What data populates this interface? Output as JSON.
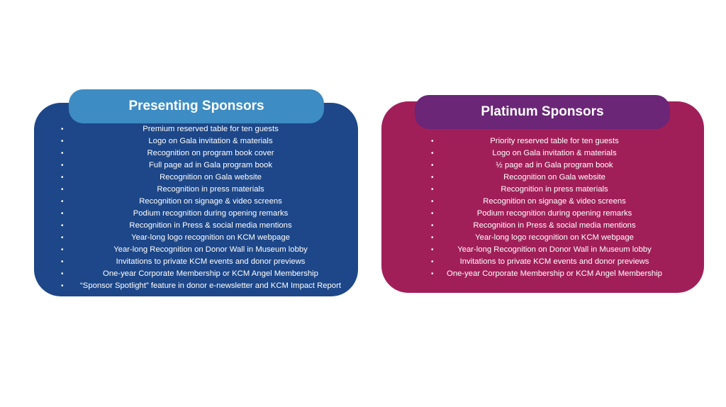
{
  "colors": {
    "presenting_box": "#1d4788",
    "presenting_header": "#3d8cc3",
    "platinum_box": "#a11f59",
    "platinum_header": "#6b2677"
  },
  "presenting": {
    "title": "Presenting Sponsors",
    "items": [
      "Premium reserved table for ten guests",
      "Logo on Gala invitation & materials",
      "Recognition on program book cover",
      "Full page ad in Gala program book",
      "Recognition on Gala website",
      "Recognition in press materials",
      "Recognition on signage & video screens",
      "Podium recognition during opening remarks",
      "Recognition in Press & social media mentions",
      "Year-long logo recognition on KCM webpage",
      "Year-long Recognition on Donor Wall in Museum lobby",
      "Invitations to private KCM events and donor previews",
      "One-year Corporate Membership or KCM Angel Membership",
      "“Sponsor Spotlight” feature in donor e-newsletter and KCM Impact Report"
    ]
  },
  "platinum": {
    "title": "Platinum Sponsors",
    "items": [
      "Priority reserved table for ten guests",
      "Logo on Gala invitation & materials",
      "½ page ad in Gala program book",
      "Recognition on Gala website",
      "Recognition in press materials",
      "Recognition on signage & video screens",
      "Podium recognition during opening remarks",
      "Recognition in Press & social media mentions",
      "Year-long logo recognition on KCM webpage",
      "Year-long Recognition on Donor Wall in Museum lobby",
      "Invitations to private KCM events and donor previews",
      "One-year Corporate Membership or KCM Angel Membership"
    ]
  }
}
